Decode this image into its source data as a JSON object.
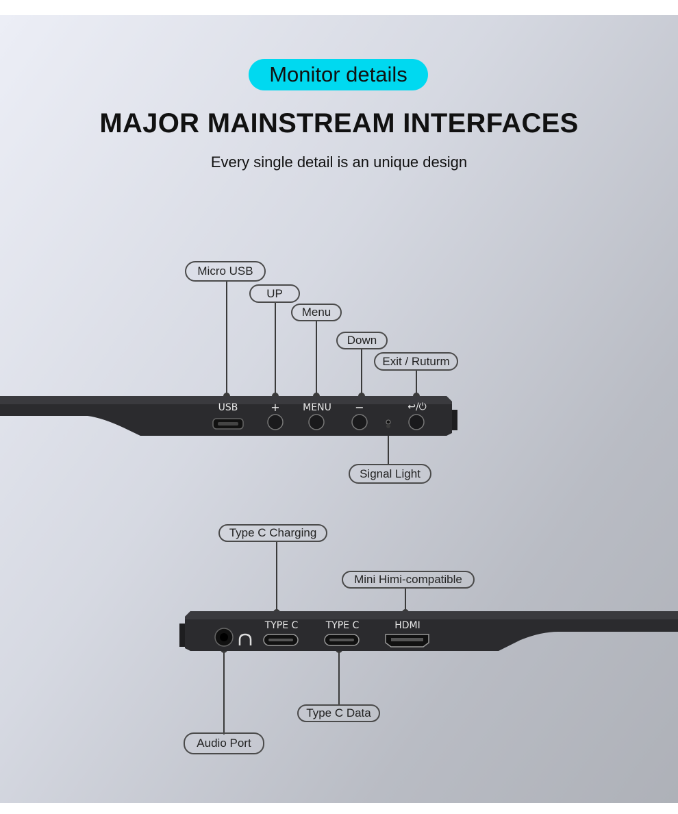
{
  "badge": "Monitor details",
  "headline": "MAJOR MAINSTREAM INTERFACES",
  "subheadline": "Every single detail is an unique design",
  "top_side": {
    "callouts": {
      "micro_usb": "Micro USB",
      "up": "UP",
      "menu": "Menu",
      "down": "Down",
      "exit": "Exit / Ruturm",
      "signal": "Signal Light"
    },
    "printed": {
      "usb": "USB",
      "plus": "+",
      "menu": "MENU",
      "minus": "−",
      "power": "↩/⏻"
    }
  },
  "bottom_side": {
    "callouts": {
      "type_c_charging": "Type C Charging",
      "mini_hdmi": "Mini Himi-compatible",
      "type_c_data": "Type C Data",
      "audio": "Audio Port"
    },
    "printed": {
      "type_c_1": "TYPE  C",
      "type_c_2": "TYPE  C",
      "hdmi": "HDMI"
    }
  },
  "colors": {
    "accent": "#00d9f0",
    "device": "#2b2b2e"
  }
}
